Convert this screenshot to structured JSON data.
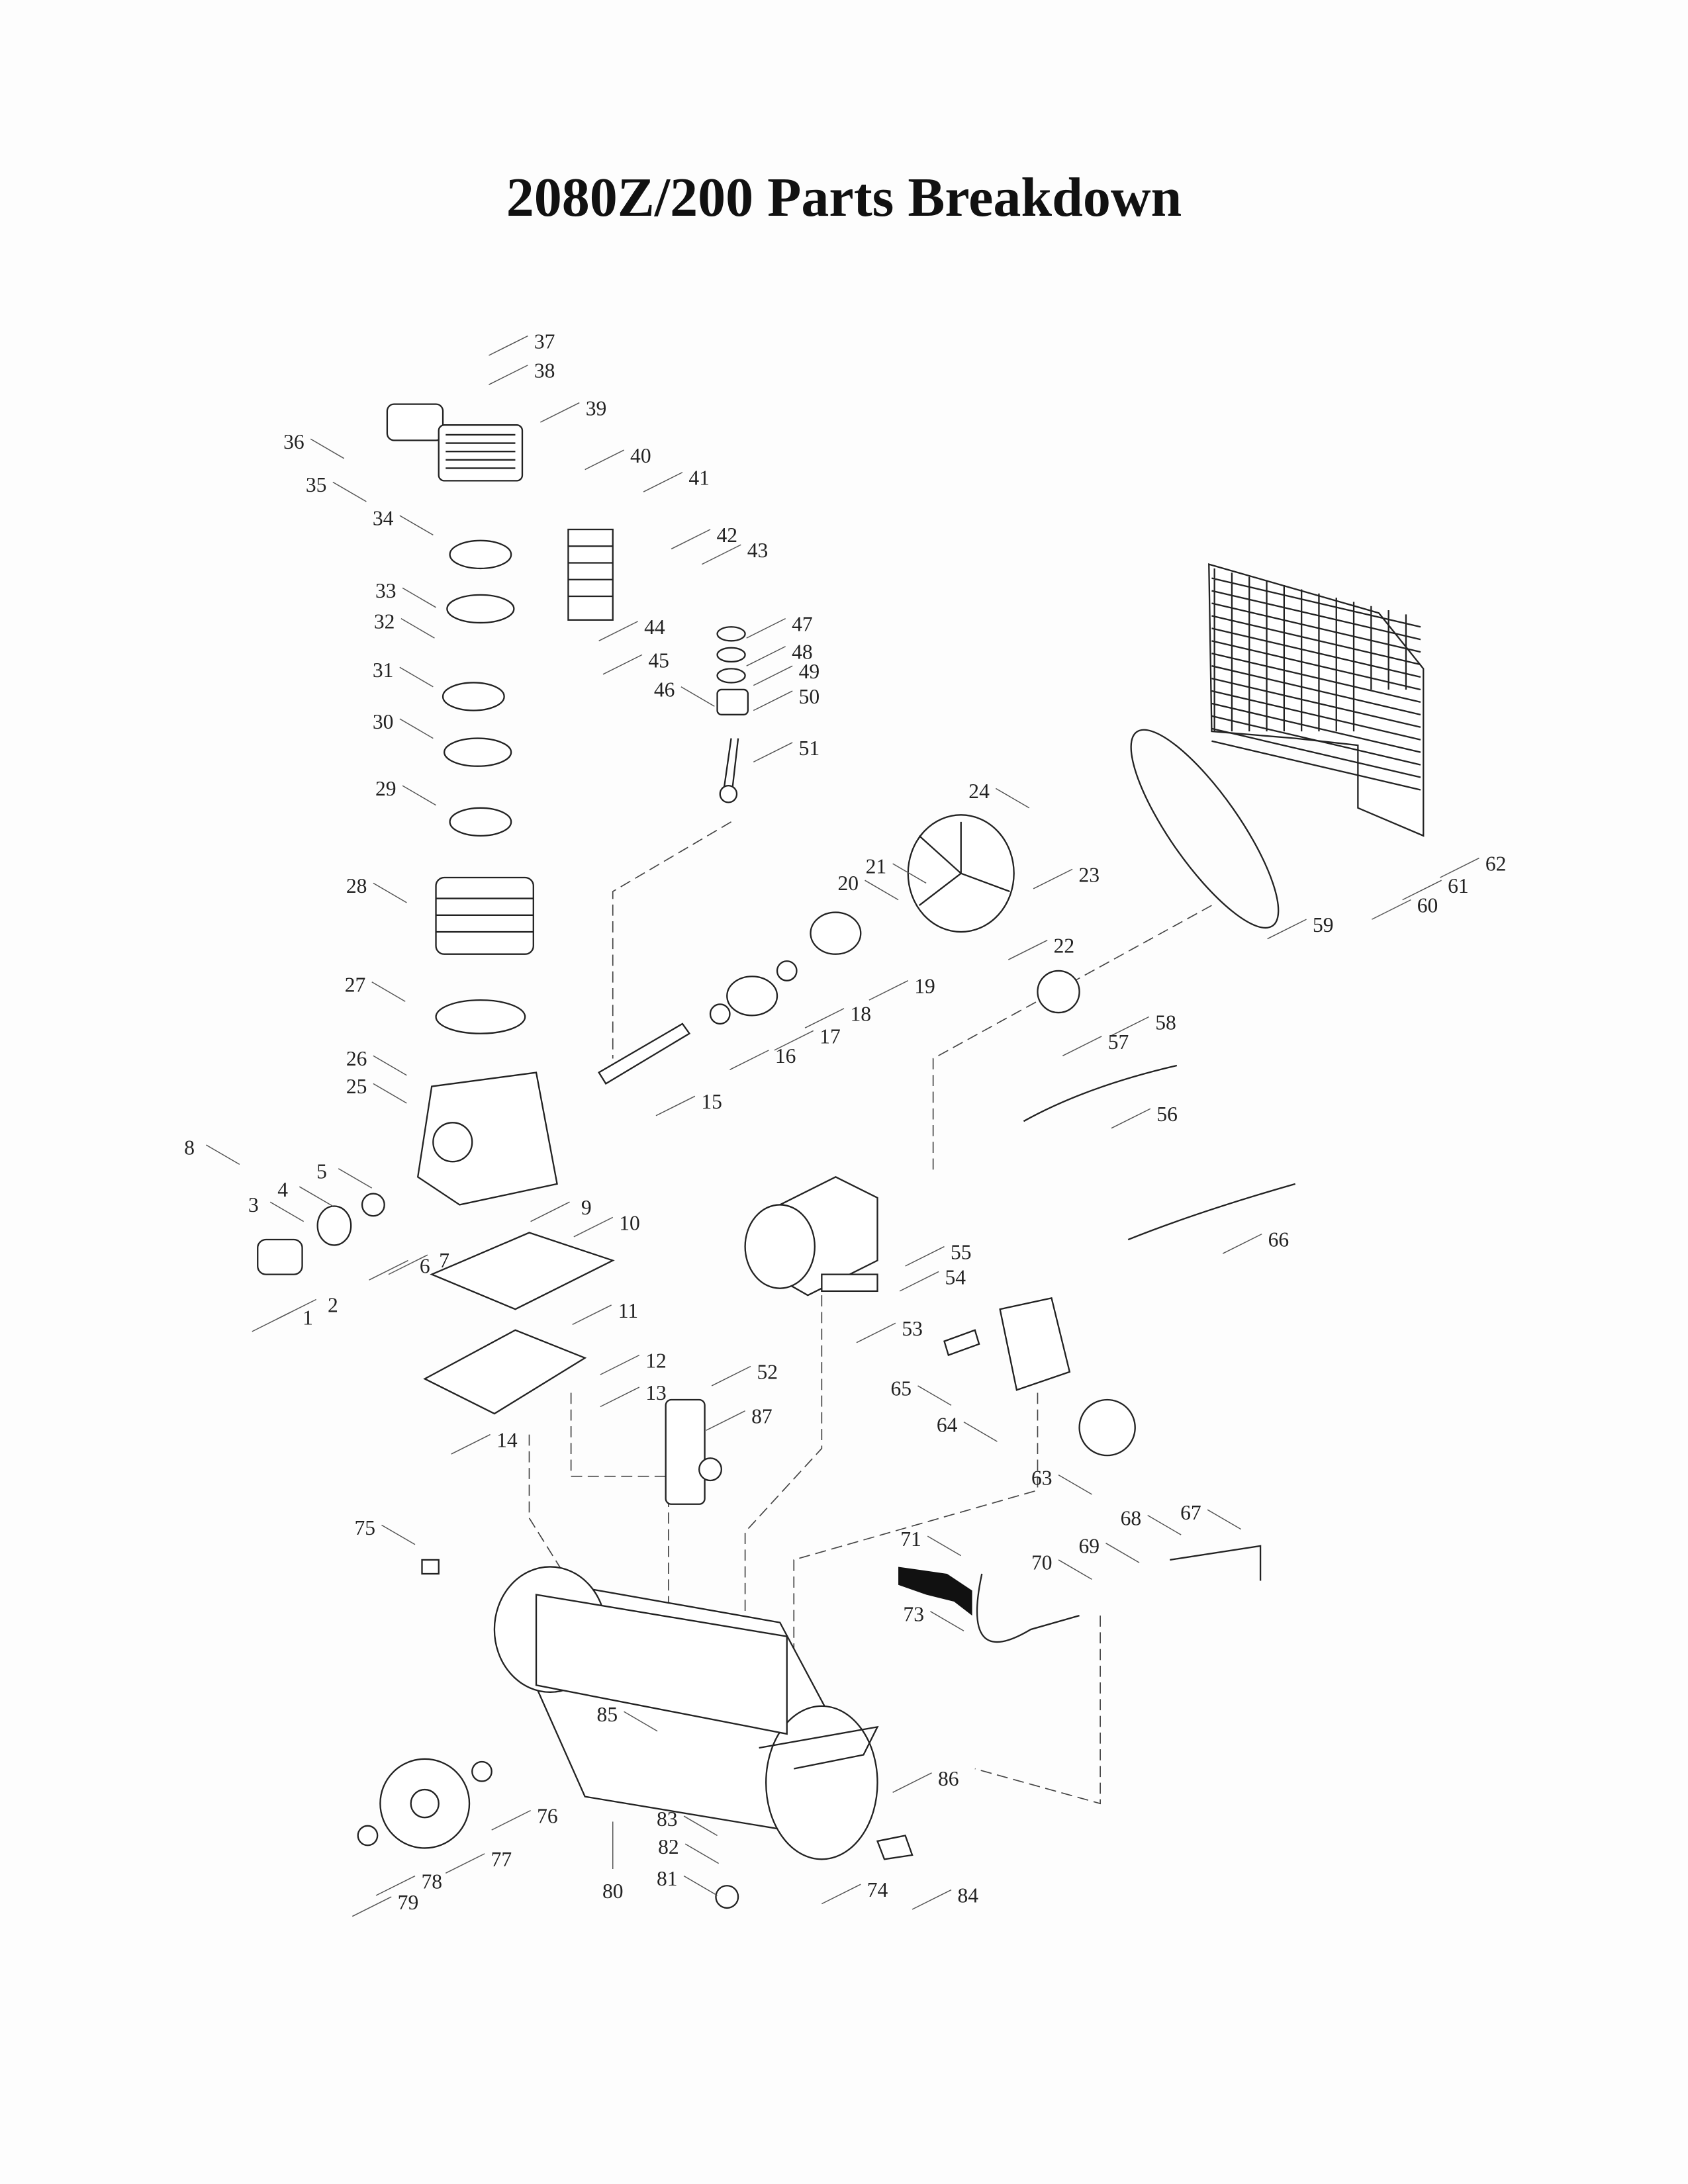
{
  "title": "2080Z/200 Parts Breakdown",
  "part_numbers": [
    "1",
    "2",
    "3",
    "4",
    "5",
    "6",
    "7",
    "8",
    "9",
    "10",
    "11",
    "12",
    "13",
    "14",
    "15",
    "16",
    "17",
    "18",
    "19",
    "20",
    "21",
    "22",
    "23",
    "24",
    "25",
    "26",
    "27",
    "28",
    "29",
    "30",
    "31",
    "32",
    "33",
    "34",
    "35",
    "36",
    "37",
    "38",
    "39",
    "40",
    "41",
    "42",
    "43",
    "44",
    "45",
    "46",
    "47",
    "48",
    "49",
    "50",
    "51",
    "52",
    "53",
    "54",
    "55",
    "56",
    "57",
    "58",
    "59",
    "60",
    "61",
    "62",
    "63",
    "64",
    "65",
    "66",
    "67",
    "68",
    "69",
    "70",
    "71",
    "73",
    "74",
    "75",
    "76",
    "77",
    "78",
    "79",
    "80",
    "81",
    "82",
    "83",
    "84",
    "85",
    "86",
    "87"
  ]
}
